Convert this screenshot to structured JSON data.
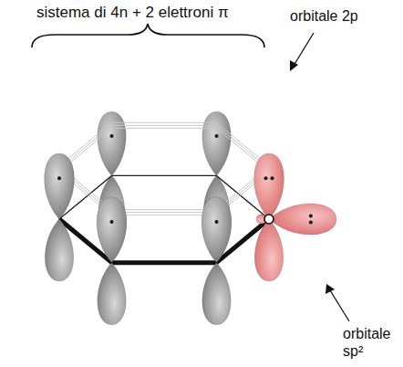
{
  "diagram": {
    "labels": [
      "sistema di 4n + 2 elettroni π",
      "orbitale 2p",
      "orbitale sp²"
    ]
  }
}
